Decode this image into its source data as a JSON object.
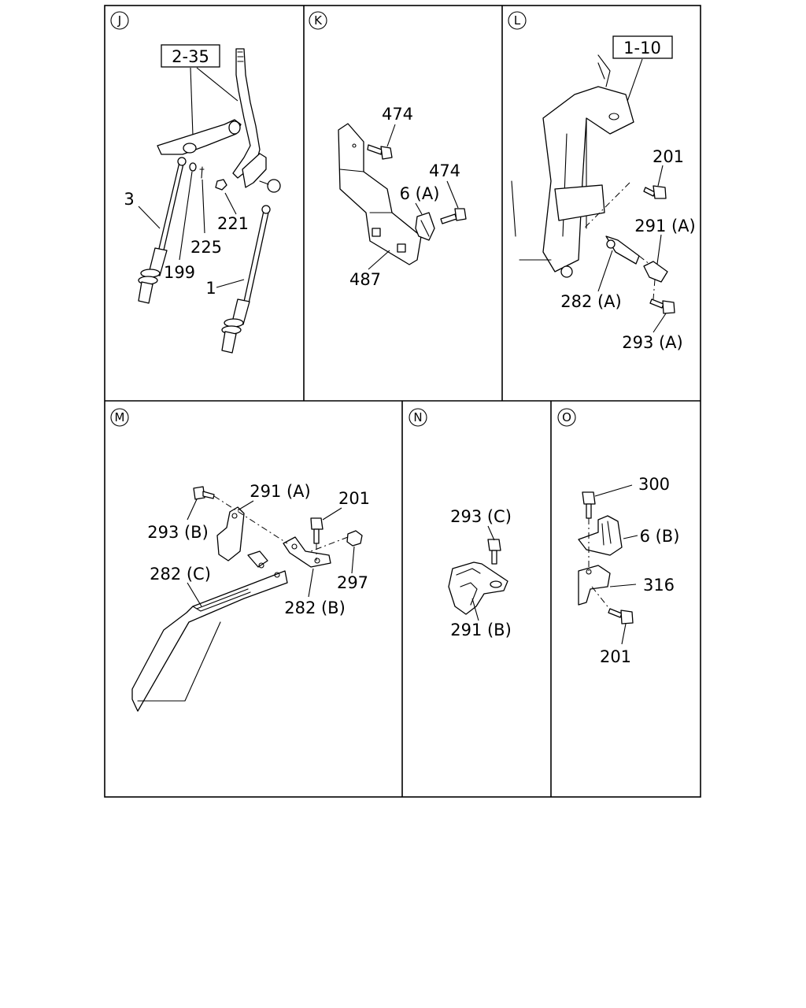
{
  "panels": {
    "J": {
      "letter": "J",
      "ref_box": "2-35",
      "labels": {
        "p3": "3",
        "p199": "199",
        "p225": "225",
        "p221": "221",
        "p1": "1"
      }
    },
    "K": {
      "letter": "K",
      "labels": {
        "p474a": "474",
        "p474b": "474",
        "p6a": "6 (A)",
        "p487": "487"
      }
    },
    "L": {
      "letter": "L",
      "ref_box": "1-10",
      "labels": {
        "p201": "201",
        "p291a": "291 (A)",
        "p282a": "282 (A)",
        "p293a": "293 (A)"
      }
    },
    "M": {
      "letter": "M",
      "labels": {
        "p291a": "291 (A)",
        "p201": "201",
        "p293b": "293 (B)",
        "p297": "297",
        "p282c": "282 (C)",
        "p282b": "282 (B)"
      }
    },
    "N": {
      "letter": "N",
      "labels": {
        "p293c": "293 (C)",
        "p291b": "291 (B)"
      }
    },
    "O": {
      "letter": "O",
      "labels": {
        "p300": "300",
        "p6b": "6 (B)",
        "p316": "316",
        "p201": "201"
      }
    }
  }
}
